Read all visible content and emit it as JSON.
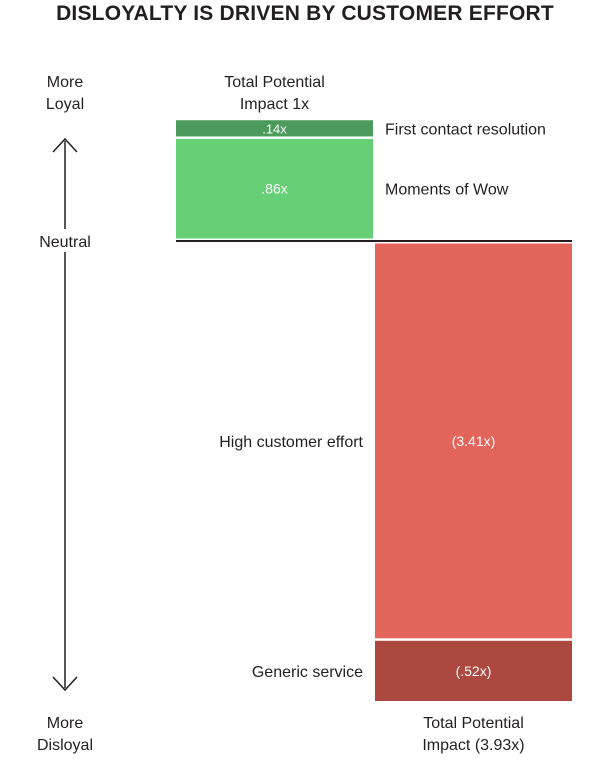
{
  "chart_data": {
    "type": "bar",
    "title": "DISLOYALTY IS DRIVEN BY CUSTOMER EFFORT",
    "axis": {
      "top_label": [
        "More",
        "Loyal"
      ],
      "middle_label": "Neutral",
      "bottom_label": [
        "More",
        "Disloyal"
      ]
    },
    "series": [
      {
        "name": "Loyalty drivers",
        "total_label": [
          "Total Potential",
          "Impact 1x"
        ],
        "segments": [
          {
            "category": "First contact resolution",
            "value": 0.14,
            "label": ".14x",
            "color": "#4c9a5c"
          },
          {
            "category": "Moments of Wow",
            "value": 0.86,
            "label": ".86x",
            "color": "#66cf75"
          }
        ]
      },
      {
        "name": "Disloyalty drivers",
        "total_label": [
          "Total Potential",
          "Impact (3.93x)"
        ],
        "segments": [
          {
            "category": "High customer effort",
            "value": -3.41,
            "label": "(3.41x)",
            "color": "#e3645b"
          },
          {
            "category": "Generic service",
            "value": -0.52,
            "label": "(.52x)",
            "color": "#ad4840"
          }
        ]
      }
    ]
  }
}
